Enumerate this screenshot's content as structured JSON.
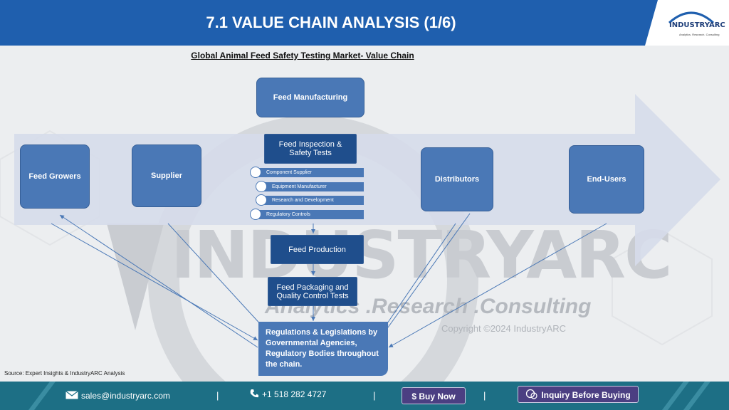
{
  "header": {
    "title": "7.1 VALUE CHAIN ANALYSIS (1/6)",
    "logo_text": "INDUSTRYARC",
    "logo_tagline": "Analytics. Research. Consulting"
  },
  "diagram": {
    "title": "Global Animal Feed Safety Testing Market- Value Chain",
    "nodes": {
      "feed_manufacturing": "Feed Manufacturing",
      "feed_inspection": "Feed Inspection & Safety Tests",
      "feed_growers": "Feed Growers",
      "supplier": "Supplier",
      "distributors": "Distributors",
      "end_users": "End-Users",
      "feed_production": "Feed Production",
      "feed_packaging": "Feed Packaging and Quality Control Tests",
      "regulations": "Regulations & Legislations by Governmental Agencies, Regulatory Bodies throughout the chain."
    },
    "sub_items": [
      "Component Supplier",
      "Equipment Manufacturer",
      "Research and Development",
      "Regulatory Controls"
    ]
  },
  "watermark": {
    "brand": "INDUSTRYARC",
    "tagline": "Analytics .Research .Consulting",
    "copyright": "Copyright ©2024 IndustryARC"
  },
  "source": "Source: Expert Insights & IndustryARC Analysis",
  "footer": {
    "email": "sales@industryarc.com",
    "phone": "+1 518 282 4727",
    "buy_now": "$ Buy Now",
    "inquiry": "Inquiry Before Buying",
    "separator": "|"
  },
  "colors": {
    "header_blue": "#1f5fae",
    "node_blue": "#4a78b6",
    "node_dark": "#1f4e8c",
    "footer_teal": "#1d6f85",
    "button_purple": "#4b3f82"
  }
}
